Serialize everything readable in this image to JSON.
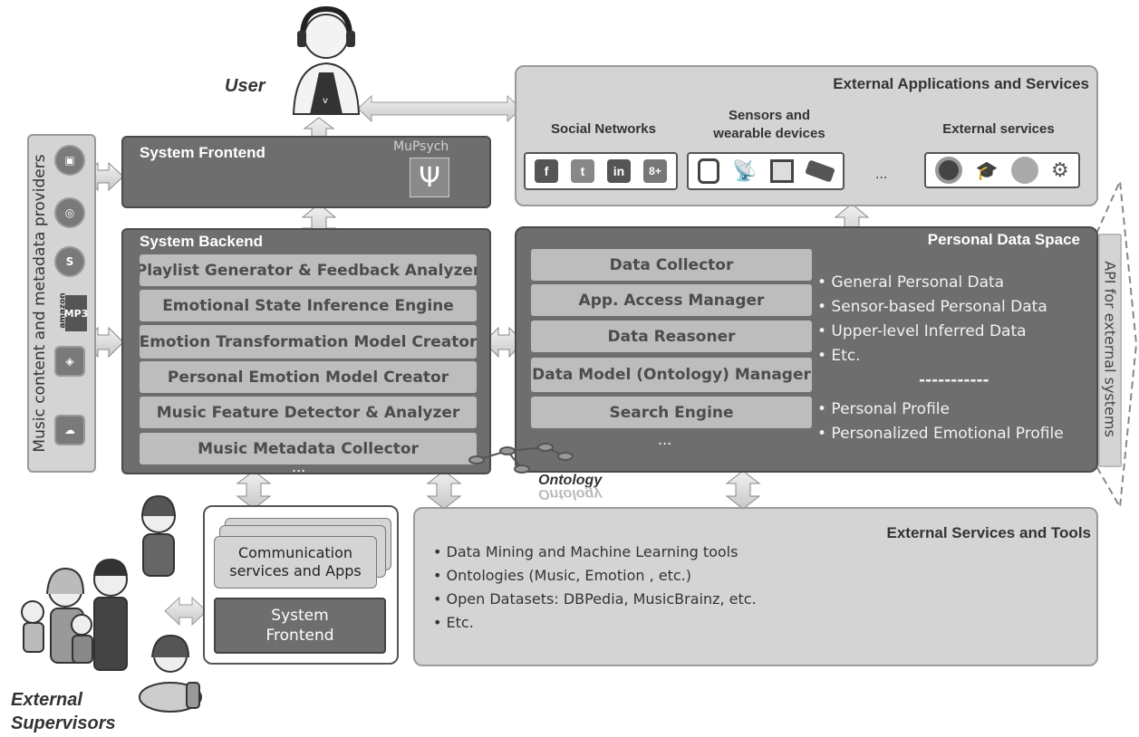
{
  "user": {
    "label": "User"
  },
  "supervisors": {
    "label": "External Supervisors",
    "line1": "External",
    "line2": "Supervisors"
  },
  "providers": {
    "label": "Music content and metadata providers",
    "icons": [
      "device-icon",
      "deezer-icon",
      "shazam-icon",
      "amazon-mp3-icon",
      "musicbrainz-icon",
      "soundcloud-icon"
    ],
    "amazon_text": "amazon",
    "mp3_text": "MP3"
  },
  "frontend": {
    "title": "System Frontend",
    "brand": "MuPsych",
    "logo_glyph": "Ψ"
  },
  "backend": {
    "title": "System Backend",
    "modules": [
      "Playlist Generator & Feedback Analyzer",
      "Emotional State Inference Engine",
      "Emotion Transformation Model Creator",
      "Personal Emotion Model Creator",
      "Music Feature Detector & Analyzer",
      "Music Metadata Collector"
    ],
    "more": "..."
  },
  "external_apps": {
    "title": "External Applications and Services",
    "groups": [
      {
        "label": "Social Networks",
        "icons": [
          "f",
          "t",
          "in",
          "8+"
        ]
      },
      {
        "label": "Sensors and wearable devices"
      },
      {
        "label": "External services"
      }
    ],
    "ellipsis": "..."
  },
  "pds": {
    "title": "Personal Data Space",
    "modules": [
      "Data Collector",
      "App. Access Manager",
      "Data Reasoner",
      "Data Model (Ontology) Manager",
      "Search Engine"
    ],
    "more": "...",
    "data_items": [
      "• General Personal Data",
      "• Sensor-based Personal Data",
      "• Upper-level Inferred Data",
      "• Etc."
    ],
    "separator": "-----------",
    "profile_items": [
      "• Personal Profile",
      "• Personalized Emotional Profile"
    ]
  },
  "ontology": {
    "label": "Ontology"
  },
  "api": {
    "label": "API for external systems"
  },
  "comm": {
    "services_label": "Communication services and Apps",
    "frontend_label": "System Frontend"
  },
  "tools": {
    "title": "External Services and Tools",
    "items": [
      "• Data Mining and Machine Learning tools",
      "• Ontologies (Music, Emotion , etc.)",
      "• Open Datasets: DBPedia, MusicBrainz, etc.",
      "• Etc."
    ]
  },
  "colors": {
    "dark_box": "#6e6e6e",
    "light_box": "#d4d4d4",
    "module": "#bdbdbd"
  }
}
